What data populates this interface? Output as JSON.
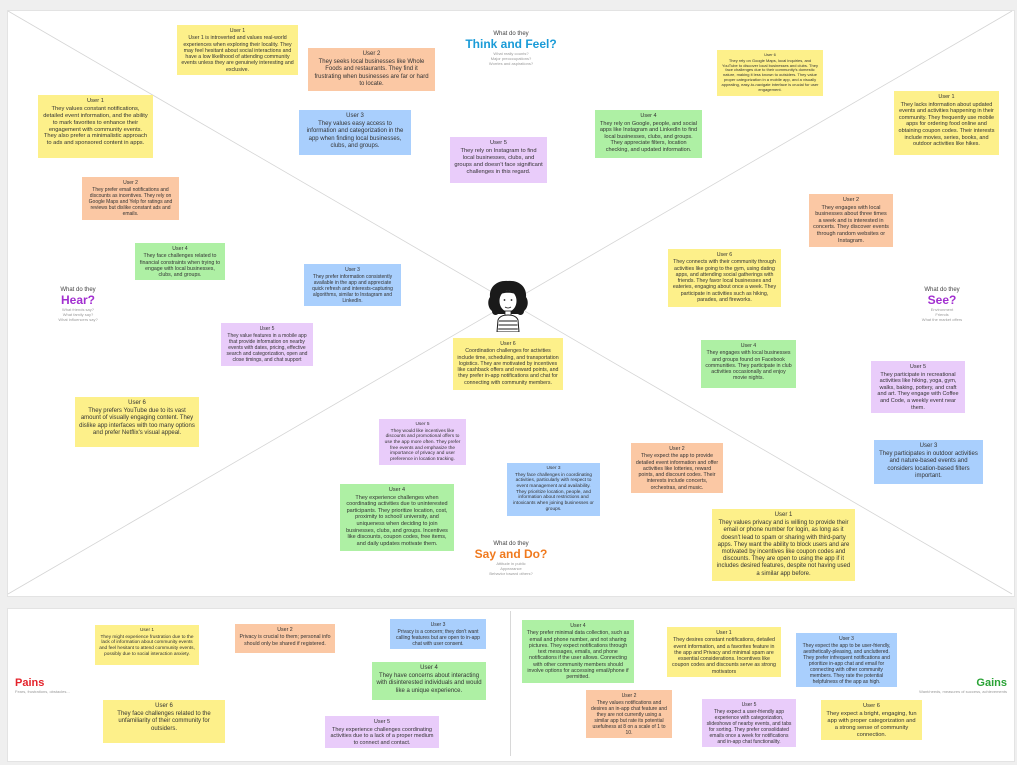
{
  "colors": {
    "think": "#1a9bd7",
    "hear": "#a22fd0",
    "see": "#a22fd0",
    "say": "#f07a1e",
    "pains": "#e4232b",
    "gains": "#2aa336"
  },
  "headings": {
    "think": {
      "ask": "What do they",
      "title": "Think and Feel?",
      "sub": [
        "What really counts?",
        "Major preoccupations?",
        "Worries and aspirations?"
      ]
    },
    "hear": {
      "ask": "What do they",
      "title": "Hear?",
      "sub": [
        "What friends say?",
        "What family say?",
        "What influencers say?"
      ]
    },
    "see": {
      "ask": "What do they",
      "title": "See?",
      "sub": [
        "Environment",
        "Friends",
        "What the market offers"
      ]
    },
    "say": {
      "ask": "What do they",
      "title": "Say and Do?",
      "sub": [
        "Attitude in public",
        "Appearance",
        "Behavior toward others?"
      ]
    }
  },
  "pains": {
    "title": "Pains",
    "sub": "Fears, frustrations, obstacles..."
  },
  "gains": {
    "title": "Gains",
    "sub": "Want/needs, measures of success, achievements"
  },
  "notes": [
    {
      "title": "User 1",
      "body": "User 1 is introverted and values real-world experiences when exploring their locality. They may feel hesitant about social interactions and have a low likelihood of attending community events unless they are genuinely interesting and exclusive."
    },
    {
      "title": "User 2",
      "body": "They seeks local businesses like Whole Foods and restaurants. They find it frustrating when businesses are far or hard to locate."
    },
    {
      "title": "User 3",
      "body": "They values easy access to information and categorization in the app when finding local businesses, clubs, and groups."
    },
    {
      "title": "User 5",
      "body": "They rely on Instagram to find local businesses, clubs, and groups and doesn't face significant challenges in this regard."
    },
    {
      "title": "User 4",
      "body": "They rely on Google, people, and social apps like Instagram and LinkedIn to find local businesses, clubs, and groups. They appreciate filters, location checking, and updated information."
    },
    {
      "title": "User 6",
      "body": "They rely on Google Maps, local inquiries, and YouTube to discover local businesses and clubs. They face challenges due to their community's domestic nature, making it less known to outsiders. They value proper categorization in a mobile app, and a visually appealing, easy-to-navigate interface is crucial for user engagement."
    },
    {
      "title": "User 1",
      "body": "They lacks information about updated events and activities happening in their community. They frequently use mobile apps for ordering food online and obtaining coupon codes. Their interests include movies, series, books, and outdoor activities like hikes."
    },
    {
      "title": "User 1",
      "body": "They values constant notifications, detailed event information, and the ability to mark favorites to enhance their engagement with community events. They also prefer a minimalistic approach to ads and sponsored content in apps."
    },
    {
      "title": "User 2",
      "body": "They prefer email notifications and discounts as incentives. They rely on Google Maps and Yelp for ratings and reviews but dislike constant ads and emails."
    },
    {
      "title": "User 4",
      "body": "They face challenges related to financial constraints when trying to engage with local businesses, clubs, and groups."
    },
    {
      "title": "User 3",
      "body": "They prefer information consistently available in the app and appreciate quick refresh and interests-capturing algorithms, similar to Instagram and LinkedIn."
    },
    {
      "title": "User 5",
      "body": "They value features in a mobile app that provide information on nearby events with dates, pricing, effective search and categorization, open and close timings, and chat support"
    },
    {
      "title": "User 6",
      "body": "They prefers YouTube due to its vast amount of visually engaging content. They dislike app interfaces with too many options and prefer Netflix's visual appeal."
    },
    {
      "title": "User 6",
      "body": "Coordination challenges for activities include time, scheduling, and transportation logistics. They are motivated by incentives like cashback offers and reward points, and they prefer in-app notifications and chat for connecting with community members."
    },
    {
      "title": "User 2",
      "body": "They engages with local businesses about three times a week and is interested in concerts. They discover events through random websites or Instagram."
    },
    {
      "title": "User 6",
      "body": "They connects with their community through activities like going to the gym, using dating apps, and attending social gatherings with friends. They favor local businesses and eateries, engaging about once a week. They participate in activities such as hiking, parades, and fireworks."
    },
    {
      "title": "User 4",
      "body": "They engages with local businesses and groups found on Facebook communities. They participate in club activities occasionally and enjoy movie nights."
    },
    {
      "title": "User 5",
      "body": "They participate in recreational activities like hiking, yoga, gym, walks, baking, pottery, and craft and art. They engage with Coffee and Code, a weekly event near them."
    },
    {
      "title": "User 3",
      "body": "They participates in outdoor activities and nature-based events and considers location-based filters important."
    },
    {
      "title": "User 5",
      "body": "They would like incentives like discounts and promotional offers to use the app more often. They prefer free events and emphasize the importance of privacy and user preference in location tracking."
    },
    {
      "title": "User 3",
      "body": "They face challenges in coordinating activities, particularly with respect to event management and availability. They prioritize location, people, and information about restrictions and intoxicants when joining businesses or groups."
    },
    {
      "title": "User 2",
      "body": "They expect the app to provide detailed event information and offer activities like lotteries, reward points, and discount codes. Their interests include concerts, orchestras, and music."
    },
    {
      "title": "User 4",
      "body": "They experience challenges when coordinating activities due to uninterested participants. They prioritize location, cost, proximity to school/ university, and uniqueness when deciding to join businesses, clubs, and groups. Incentives like discounts, coupon codes, free items, and daily updates motivate them."
    },
    {
      "title": "User 1",
      "body": "They values privacy and is willing to provide their email or phone number for login, as long as it doesn't lead to spam or sharing with third-party apps. They want the ability to block users and are motivated by incentives like coupon codes and discounts. They are open to using the app if it includes desired features, despite not having used a similar app before."
    },
    {
      "title": "User 1",
      "body": "They might experience frustration due to the lack of information about community events and feel hesitant to attend community events, possibly due to social interaction anxiety."
    },
    {
      "title": "User 2",
      "body": "Privacy is crucial to them; personal info should only be shared if registered."
    },
    {
      "title": "User 3",
      "body": "Privacy is a concern; they don't want calling features but are open to in-app chat with user consent."
    },
    {
      "title": "User 4",
      "body": "They have concerns about interacting with disinterested individuals and would like a unique experience."
    },
    {
      "title": "User 6",
      "body": "They face challenges related to the unfamiliarity of their community for outsiders."
    },
    {
      "title": "User 5",
      "body": "They experience challenges coordinating activities due to a lack of a proper medium to connect and contact."
    },
    {
      "title": "User 4",
      "body": "They prefer minimal data collection, such as email and phone number, and not sharing pictures. They expect notifications through text messages, emails, and phone notifications if the user allows. Connecting with other community members should involve options for accessing email/phone if permitted."
    },
    {
      "title": "User 1",
      "body": "They desires constant notifications, detailed event information, and a favorites feature in the app and Privacy and minimal spam are essential considerations. Incentives like coupon codes and discounts serve as strong motivators"
    },
    {
      "title": "User 3",
      "body": "They expect the app to be user-friendly, aesthetically-pleasing, and uncluttered. They prefer infrequent notifications and prioritize in-app chat and email for connecting with other community members. They rate the potential helpfulness of the app as high."
    },
    {
      "title": "User 2",
      "body": "They values notifications and desires an in-app chat feature and they are not currently using a similar app but rate its potential usefulness at 8 on a scale of 1 to 10."
    },
    {
      "title": "User 5",
      "body": "They expect a user-friendly app experience with categorization, slideshows of nearby events, and tabs for sorting. They prefer consolidated emails once a week for notifications and in-app chat functionality."
    },
    {
      "title": "User 6",
      "body": "They expect a bright, engaging, fun app with proper categorization and a strong sense of community connection."
    }
  ]
}
